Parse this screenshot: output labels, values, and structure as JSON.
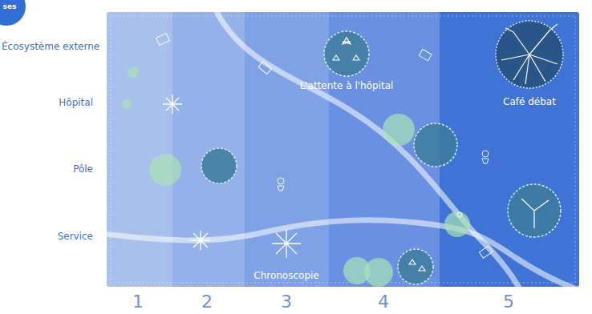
{
  "diagram": {
    "labels": [
      "ses",
      "Écosystème externe",
      "Hôpital",
      "Pôle",
      "Service",
      "L'attente à l'hôpital",
      "Café débat",
      "Chronoscopie",
      "1",
      "2",
      "3",
      "4",
      "5"
    ]
  }
}
